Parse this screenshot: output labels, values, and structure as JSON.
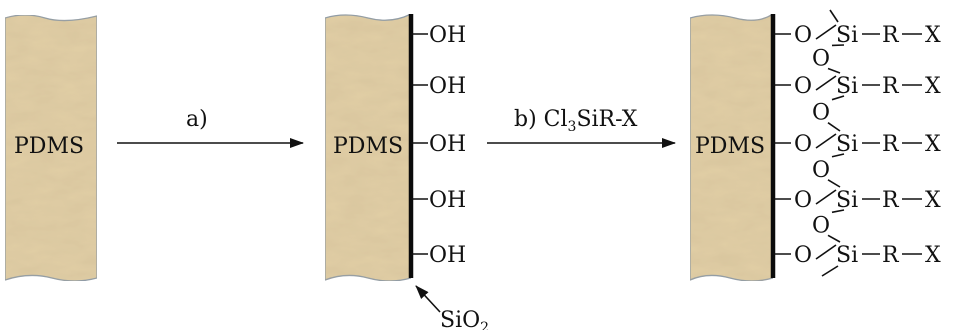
{
  "colors": {
    "slab": "#e2cfa6",
    "slab_edge": "#8a9aa8",
    "ink": "#111111",
    "film": "#0b0b0b"
  },
  "slab1": {
    "label": "PDMS"
  },
  "step_a": {
    "label": "a)"
  },
  "slab2": {
    "label": "PDMS",
    "groups": [
      "OH",
      "OH",
      "OH",
      "OH",
      "OH"
    ]
  },
  "silica": {
    "label_main": "SiO",
    "label_sub": "2"
  },
  "step_b": {
    "label_pre": "b) Cl",
    "label_sub": "3",
    "label_post": "SiR-X"
  },
  "slab3": {
    "label": "PDMS",
    "o_symbol": "O",
    "si_symbol": "Si",
    "r_symbol": "R",
    "x_symbol": "X"
  }
}
